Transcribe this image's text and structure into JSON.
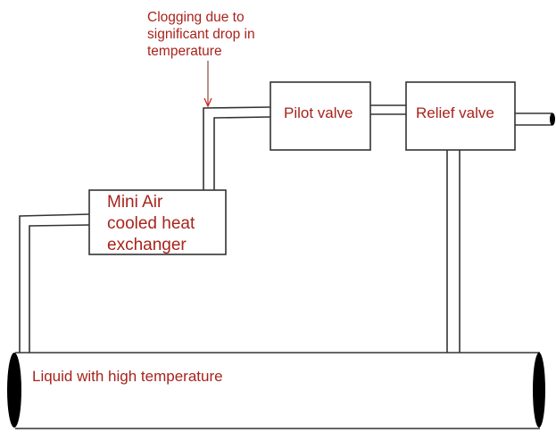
{
  "annotation": {
    "lines": [
      "Clogging due to",
      "significant drop in",
      "temperature"
    ]
  },
  "components": {
    "pilot_valve": "Pilot valve",
    "relief_valve": "Relief valve",
    "heat_exchanger": [
      "Mini Air",
      "cooled heat",
      "exchanger"
    ],
    "main_pipe": "Liquid with high temperature"
  },
  "colors": {
    "label": "#a8231c",
    "line": "#333333",
    "arrow": "#8b4a3a"
  }
}
